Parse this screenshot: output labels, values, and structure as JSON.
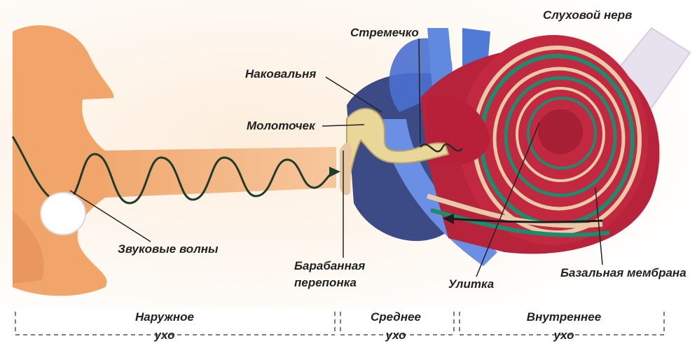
{
  "labels": {
    "auditory_nerve": "Слуховой нерв",
    "stirrup": "Стремечко",
    "anvil": "Наковальня",
    "hammer": "Молоточек",
    "sound_waves": "Звуковые волны",
    "eardrum_line1": "Барабанная",
    "eardrum_line2": "перепонка",
    "cochlea": "Улитка",
    "basilar_membrane": "Базальная мембрана"
  },
  "sections": {
    "outer_line1": "Наружное",
    "outer_line2": "ухо",
    "middle_line1": "Среднее",
    "middle_line2": "ухо",
    "inner_line1": "Внутреннее",
    "inner_line2": "ухо"
  },
  "colors": {
    "pinna": "#f2a56a",
    "middle_ear": "#3c4a86",
    "vestibule": "#6b8fe4",
    "cochlea": "#c2283f",
    "cochlea_stripe": "#1e8a6e",
    "ossicles": "#e9d79a",
    "wave": "#1f3b2a"
  }
}
